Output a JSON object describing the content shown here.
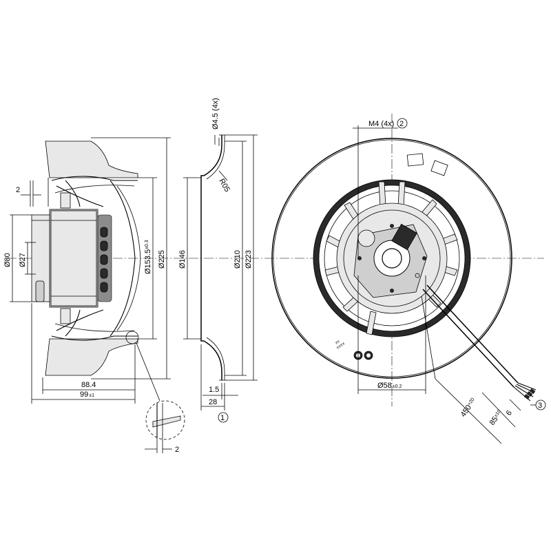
{
  "side_view": {
    "dim_flange": "2",
    "dim_d80": "Ø80",
    "dim_d27": "Ø27",
    "dim_d153": "Ø153.5",
    "dim_d153_tol": "±0.3",
    "dim_d225": "Ø225",
    "dim_88": "88.4",
    "dim_99": "99",
    "dim_99_tol": "±1"
  },
  "detail": {
    "dim_2": "2"
  },
  "inlet_ring": {
    "dim_hole": "Ø4.5 (4x)",
    "dim_radius": "R05",
    "dim_d146": "Ø146",
    "dim_d210": "Ø210",
    "dim_d223": "Ø223",
    "dim_15": "1.5",
    "dim_28": "28",
    "callout_1": "1"
  },
  "front_view": {
    "dim_m4": "M4 (4x)",
    "callout_2": "2",
    "dim_d58": "Ø58",
    "dim_d58_tol": "±0.2",
    "dim_450": "450",
    "dim_450_tol": "+20",
    "dim_85": "85",
    "dim_85_tol": "±10",
    "dim_6": "6",
    "callout_3": "3",
    "label_xx": "XX",
    "label_xxxx": "XXXX"
  }
}
